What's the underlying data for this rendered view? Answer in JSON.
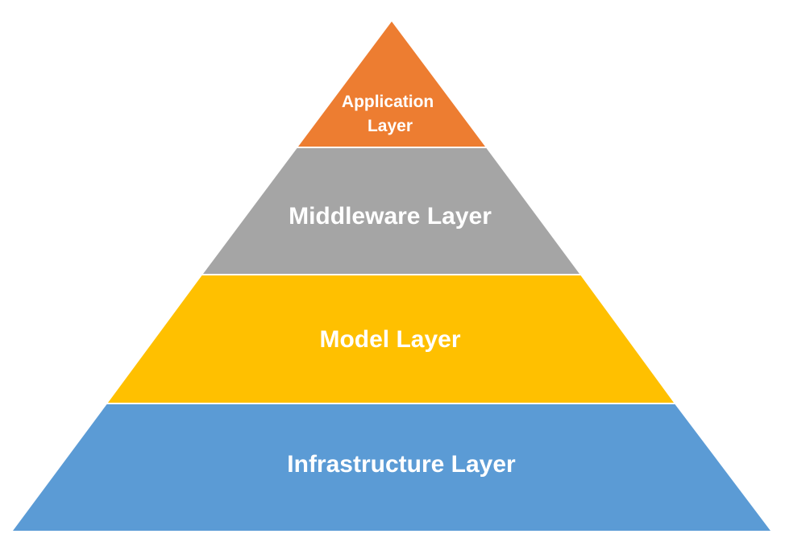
{
  "diagram": {
    "type": "pyramid",
    "layers": [
      {
        "key": "application",
        "label_lines": [
          "Application",
          "Layer"
        ],
        "color": "#ED7D31"
      },
      {
        "key": "middleware",
        "label_lines": [
          "Middleware Layer"
        ],
        "color": "#A5A5A5"
      },
      {
        "key": "model",
        "label_lines": [
          "Model Layer"
        ],
        "color": "#FFC000"
      },
      {
        "key": "infrastructure",
        "label_lines": [
          "Infrastructure Layer"
        ],
        "color": "#5B9BD5"
      }
    ]
  }
}
